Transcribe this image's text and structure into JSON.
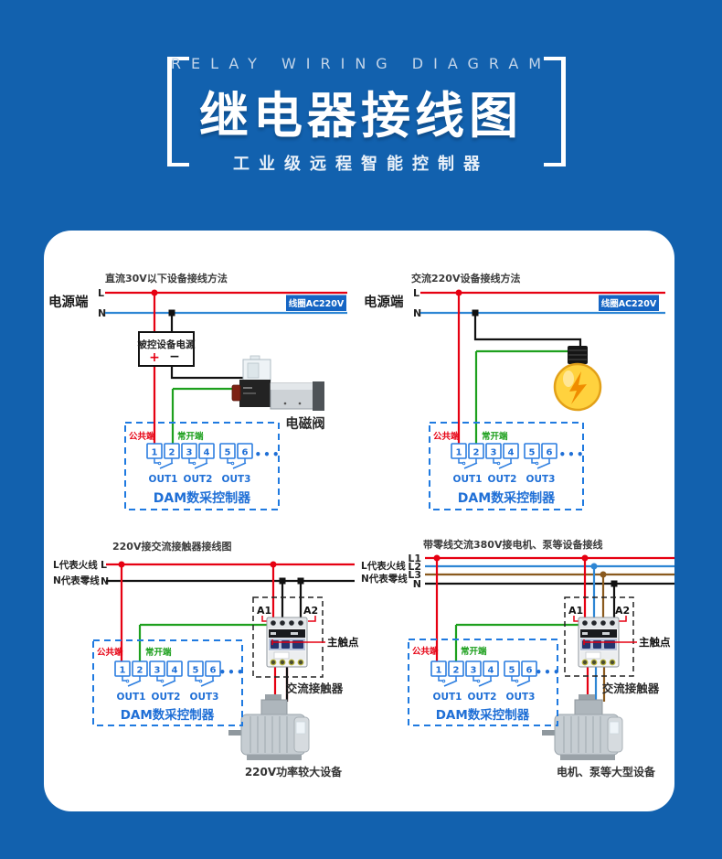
{
  "header": {
    "kicker": "RELAY WIRING DIAGRAM",
    "title": "继电器接线图",
    "subtitle": "工业级远程智能控制器"
  },
  "shared": {
    "power_label": "电源端",
    "coil_badge": "线圈AC220V",
    "legend_live": "L代表火线",
    "legend_neutral": "N代表零线",
    "a1": "A1",
    "a2": "A2",
    "main_contact": "主触点",
    "contactor": "交流接触器",
    "controller": {
      "common": "公共端",
      "normally_open": "常开端",
      "terminals": [
        "1",
        "2",
        "3",
        "4",
        "5",
        "6"
      ],
      "outs": [
        "OUT1",
        "OUT2",
        "OUT3"
      ],
      "dots": "•••",
      "label": "DAM数采控制器"
    }
  },
  "diagrams": {
    "dc30": {
      "title": "直流30V以下设备接线方法",
      "l": "L",
      "n": "N",
      "device_power": "被控设备电源",
      "plus": "+",
      "minus": "−",
      "valve": "电磁阀"
    },
    "ac220": {
      "title": "交流220V设备接线方法",
      "l": "L",
      "n": "N"
    },
    "contactor220": {
      "title": "220V接交流接触器接线图",
      "l": "L",
      "n": "N",
      "device": "220V功率较大设备"
    },
    "ac380": {
      "title": "带零线交流380V接电机、泵等设备接线",
      "lines": [
        "L1",
        "L2",
        "L3",
        "N"
      ],
      "device": "电机、泵等大型设备"
    }
  },
  "colors": {
    "background": "#1261ae",
    "panel": "#ffffff",
    "badge_blue": "#1565c4",
    "wire_red": "#e60012",
    "wire_blue": "#2e86d4",
    "wire_green": "#1ea01e",
    "wire_black": "#111111",
    "wire_brown": "#8a5a1e",
    "controller_blue": "#1f7ae0"
  }
}
